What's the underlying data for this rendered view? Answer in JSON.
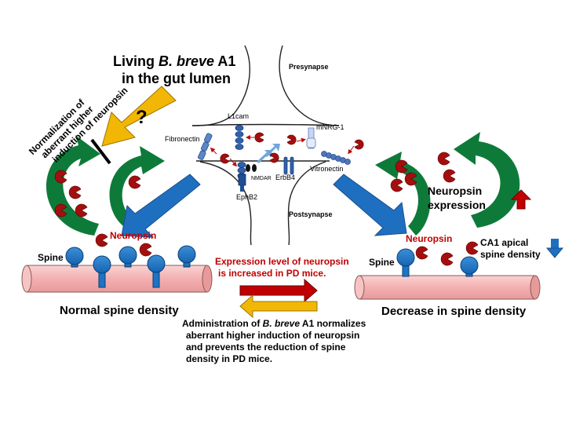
{
  "title": {
    "line1_prefix": "Living ",
    "line1_italic": "B. breve",
    "line1_suffix": " A1",
    "line2": "in the gut lumen"
  },
  "question_mark": "?",
  "normalization": {
    "line1": "Normalization  of",
    "line2": "aberrant  higher",
    "line3": "induction of neuropsin"
  },
  "synapse": {
    "presynapse": "Presynapse",
    "postsynapse": "Postsynapse",
    "proteins": {
      "l1cam": "L1cam",
      "fibronectin": "Fibronectin",
      "mnrg1": "mNRG-1",
      "vitronectin": "Vitronectin",
      "nmdar": "NMDAR",
      "ephb2": "EphB2",
      "erbb4": "ErbB4"
    }
  },
  "left_panel": {
    "neuropsin": "Neuropsin",
    "spine": "Spine",
    "caption": "Normal spine density"
  },
  "right_panel": {
    "neuropsin": "Neuropsin",
    "spine": "Spine",
    "caption": "Decrease in spine density",
    "expression_line1": "Neuropsin",
    "expression_line2": "expression",
    "ca1_line1": "CA1 apical",
    "ca1_line2": "spine density"
  },
  "center_text": {
    "expression_line1": "Expression level of neuropsin",
    "expression_line2": "is increased in PD mice.",
    "admin_line1_prefix": "Administration of ",
    "admin_line1_italic": "B. breve",
    "admin_line1_suffix": " A1 normalizes",
    "admin_line2": "aberrant higher induction of neuropsin",
    "admin_line3": "and prevents the reduction of spine",
    "admin_line4": "density in PD mice."
  },
  "colors": {
    "green": "#0e7a3a",
    "blue": "#1f6fc1",
    "red_dark": "#a50e0e",
    "gold": "#f2b705",
    "dendrite": "#f4b8b8",
    "spine_blue": "#1c74c4"
  }
}
